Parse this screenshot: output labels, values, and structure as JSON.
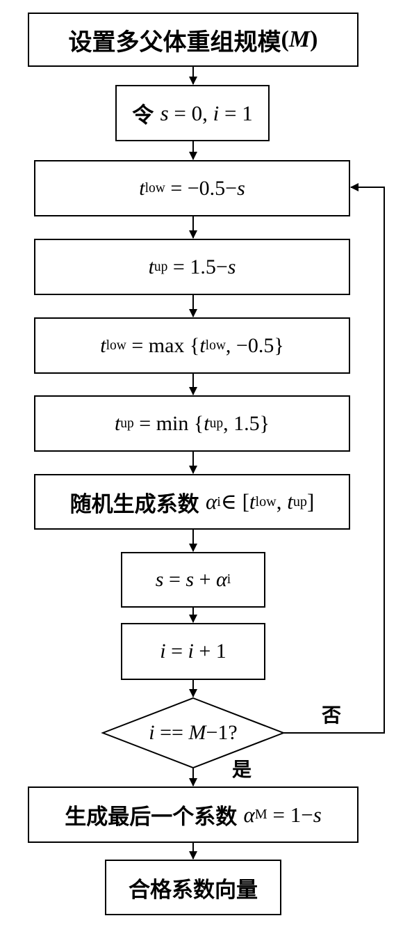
{
  "diagram": {
    "setup": {
      "label": "设置多父体重组规模",
      "param": "M"
    },
    "init": {
      "label": "令",
      "s_var": "s",
      "s_val": "0",
      "i_var": "i",
      "i_val": "1"
    },
    "tlow_init": {
      "var": "t",
      "sub": "low",
      "op": "=",
      "rhs": "−0.5",
      "minus": "−",
      "s": "s"
    },
    "tup_init": {
      "var": "t",
      "sub": "up",
      "op": "=",
      "rhs": "1.5",
      "minus": "−",
      "s": "s"
    },
    "tlow_max": {
      "var": "t",
      "sub": "low",
      "op": "=",
      "fn": "max",
      "arg_var": "t",
      "arg_sub": "low",
      "arg_val": "−0.5"
    },
    "tup_min": {
      "var": "t",
      "sub": "up",
      "op": "=",
      "fn": "min",
      "arg_var": "t",
      "arg_sub": "up",
      "arg_val": "1.5"
    },
    "random": {
      "label": "随机生成系数",
      "alpha": "α",
      "alpha_sub": "i",
      "elem": "∈",
      "t": "t",
      "low": "low",
      "up": "up"
    },
    "update_s": {
      "lhs": "s",
      "op": "=",
      "s": "s",
      "plus": "+",
      "alpha": "α",
      "alpha_sub": "i"
    },
    "update_i": {
      "lhs": "i",
      "op": "=",
      "i": "i",
      "plus": "+",
      "one": "1"
    },
    "decision": {
      "i": "i",
      "op": "==",
      "M": "M",
      "minus": "−",
      "one": "1",
      "q": "?"
    },
    "no_label": "否",
    "yes_label": "是",
    "last": {
      "label": "生成最后一个系数",
      "alpha": "α",
      "alpha_sub": "M",
      "op": "=",
      "one": "1",
      "minus": "−",
      "s": "s"
    },
    "result": {
      "label": "合格系数向量"
    }
  }
}
